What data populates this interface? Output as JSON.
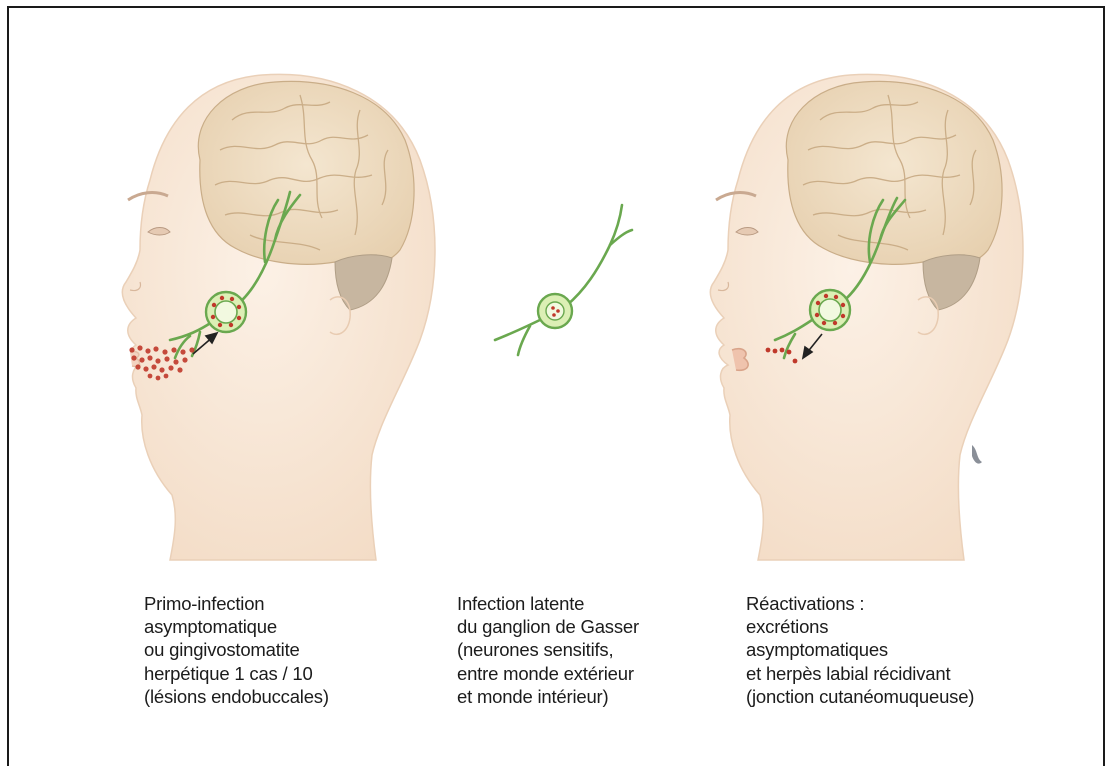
{
  "captions": [
    {
      "lines": [
        "Primo-infection",
        "asymptomatique",
        "ou gingivostomatite",
        "herpétique 1 cas / 10",
        "(lésions endobuccales)"
      ]
    },
    {
      "lines": [
        "Infection latente",
        "du ganglion de Gasser",
        "(neurones sensitifs,",
        "entre monde extérieur",
        "et monde intérieur)"
      ]
    },
    {
      "lines": [
        "Réactivations :",
        "excrétions",
        "asymptomatiques",
        "et herpès labial récidivant",
        "(jonction cutanéomuqueuse)"
      ]
    }
  ],
  "colors": {
    "skin": "#f9e7d6",
    "skin_edge": "#ecd0b6",
    "brain": "#efdcc1",
    "brain_fold": "#cbb08d",
    "cerebellum": "#c5b49d",
    "nerve": "#6aa84f",
    "ganglion": "#dcefb5",
    "virus": "#c0392b",
    "frame": "#1a1a1a",
    "text": "#1c1c1c"
  }
}
